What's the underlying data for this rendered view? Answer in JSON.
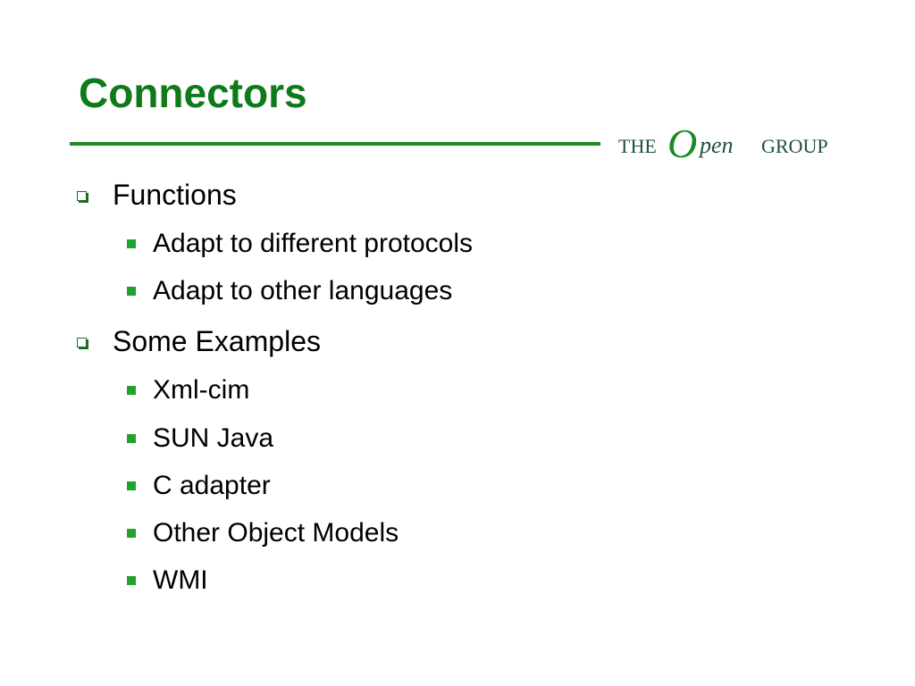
{
  "slide": {
    "title": "Connectors",
    "logo": {
      "text_the": "THE",
      "text_o": "O",
      "text_pen": "pen",
      "text_group": "GROUP",
      "colors": {
        "dark": "#1f4f3a",
        "green": "#1a8a27"
      }
    },
    "colors": {
      "title": "#0f7a19",
      "rule": "#1a8a27",
      "level1_marker": "#1a6e22",
      "level2_marker": "#1ea42c"
    },
    "bullets": [
      {
        "level": 1,
        "text": "Functions"
      },
      {
        "level": 2,
        "text": "Adapt to different protocols"
      },
      {
        "level": 2,
        "text": "Adapt to other languages"
      },
      {
        "level": 1,
        "text": "Some Examples"
      },
      {
        "level": 2,
        "text": "Xml-cim"
      },
      {
        "level": 2,
        "text": "SUN Java"
      },
      {
        "level": 2,
        "text": "C adapter"
      },
      {
        "level": 2,
        "text": "Other Object Models"
      },
      {
        "level": 2,
        "text": "WMI"
      }
    ]
  }
}
